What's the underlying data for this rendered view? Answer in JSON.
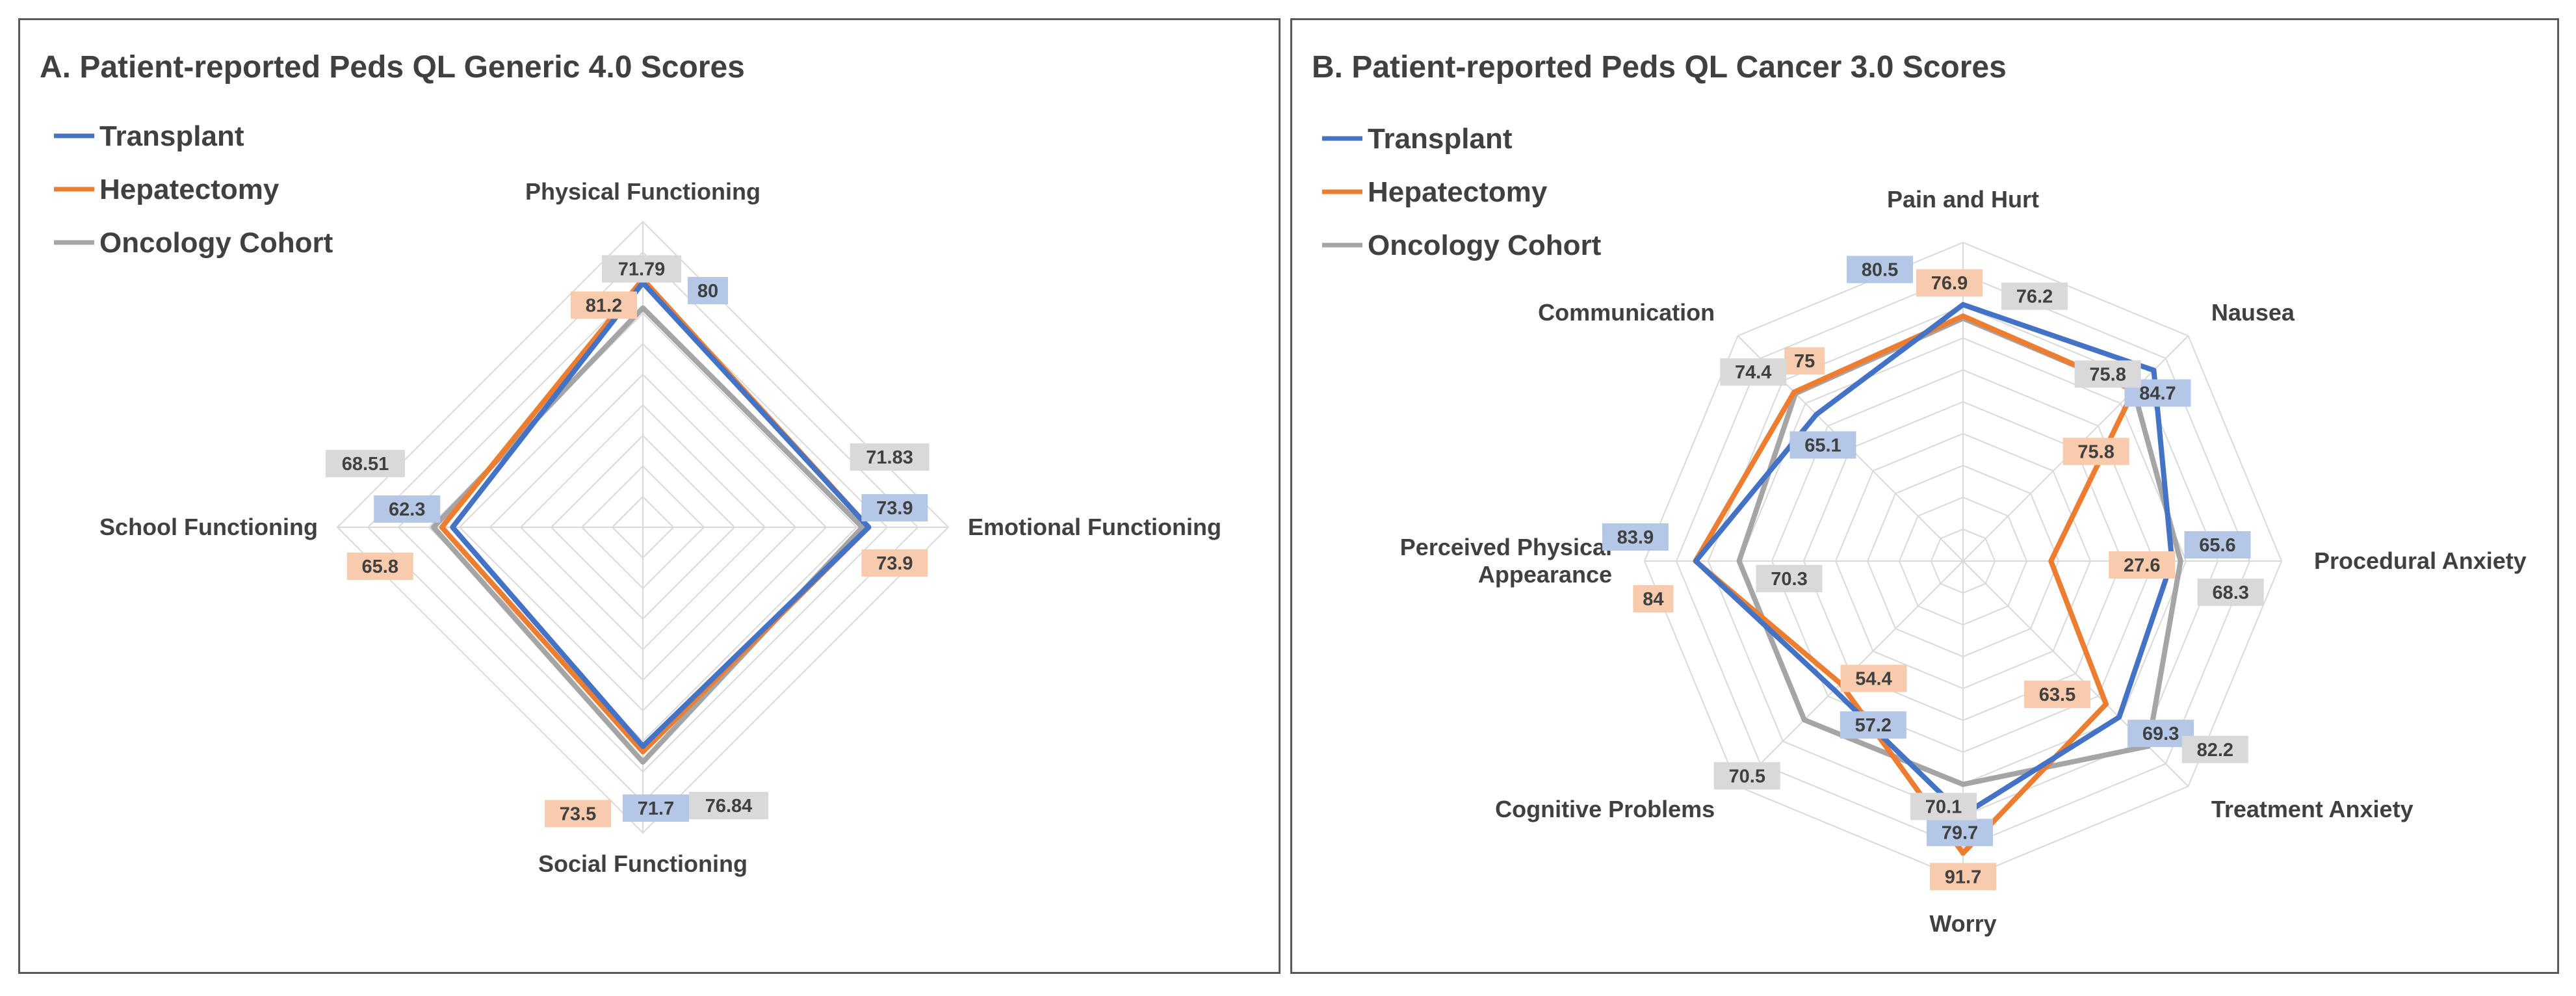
{
  "colors": {
    "Transplant": "#4472C4",
    "Hepatectomy": "#ED7D31",
    "Oncology Cohort": "#A5A5A5",
    "label_bg": {
      "Transplant": "#B4C7E7",
      "Hepatectomy": "#F8CBAD",
      "Oncology Cohort": "#D9D9D9"
    },
    "grid": "#D9D9D9",
    "text": "#404040"
  },
  "chart_data": [
    {
      "type": "radar",
      "title": "A. Patient-reported Peds QL Generic 4.0 Scores",
      "legend_position": "top-left",
      "grid": true,
      "rlim": [
        0,
        100
      ],
      "categories": [
        "Physical Functioning",
        "Emotional Functioning",
        "Social Functioning",
        "School Functioning"
      ],
      "series": [
        {
          "name": "Transplant",
          "values": [
            80,
            73.9,
            71.7,
            62.3
          ],
          "labels": [
            "80",
            "73.9",
            "71.7",
            "62.3"
          ]
        },
        {
          "name": "Hepatectomy",
          "values": [
            81.2,
            73.9,
            73.5,
            65.8
          ],
          "labels": [
            "81.2",
            "73.9",
            "73.5",
            "65.8"
          ]
        },
        {
          "name": "Oncology Cohort",
          "values": [
            71.79,
            71.83,
            76.84,
            68.51
          ],
          "labels": [
            "71.79",
            "71.83",
            "76.84",
            "68.51"
          ]
        }
      ]
    },
    {
      "type": "radar",
      "title": "B. Patient-reported Peds QL Cancer 3.0 Scores",
      "legend_position": "top-left",
      "grid": true,
      "rlim": [
        0,
        100
      ],
      "categories": [
        "Pain and Hurt",
        "Nausea",
        "Procedural Anxiety",
        "Treatment Anxiety",
        "Worry",
        "Cognitive Problems",
        "Perceived Physical Appearance",
        "Communication"
      ],
      "category_lines": [
        [
          "Pain and Hurt"
        ],
        [
          "Nausea"
        ],
        [
          "Procedural Anxiety"
        ],
        [
          "Treatment Anxiety"
        ],
        [
          "Worry"
        ],
        [
          "Cognitive Problems"
        ],
        [
          "Perceived Physical",
          "Appearance"
        ],
        [
          "Communication"
        ]
      ],
      "series": [
        {
          "name": "Transplant",
          "values": [
            80.5,
            84.7,
            65.6,
            69.3,
            79.7,
            57.2,
            83.9,
            65.1
          ],
          "labels": [
            "80.5",
            "84.7",
            "65.6",
            "69.3",
            "79.7",
            "57.2",
            "83.9",
            "65.1"
          ]
        },
        {
          "name": "Hepatectomy",
          "values": [
            76.9,
            75.8,
            27.6,
            63.5,
            91.7,
            54.4,
            84,
            75
          ],
          "labels": [
            "76.9",
            "75.8",
            "27.6",
            "63.5",
            "91.7",
            "54.4",
            "84",
            "75"
          ]
        },
        {
          "name": "Oncology Cohort",
          "values": [
            76.2,
            75.8,
            68.3,
            82.2,
            70.1,
            70.5,
            70.3,
            74.4
          ],
          "labels": [
            "76.2",
            "75.8",
            "68.3",
            "82.2",
            "70.1",
            "70.5",
            "70.3",
            "74.4"
          ]
        }
      ]
    }
  ]
}
